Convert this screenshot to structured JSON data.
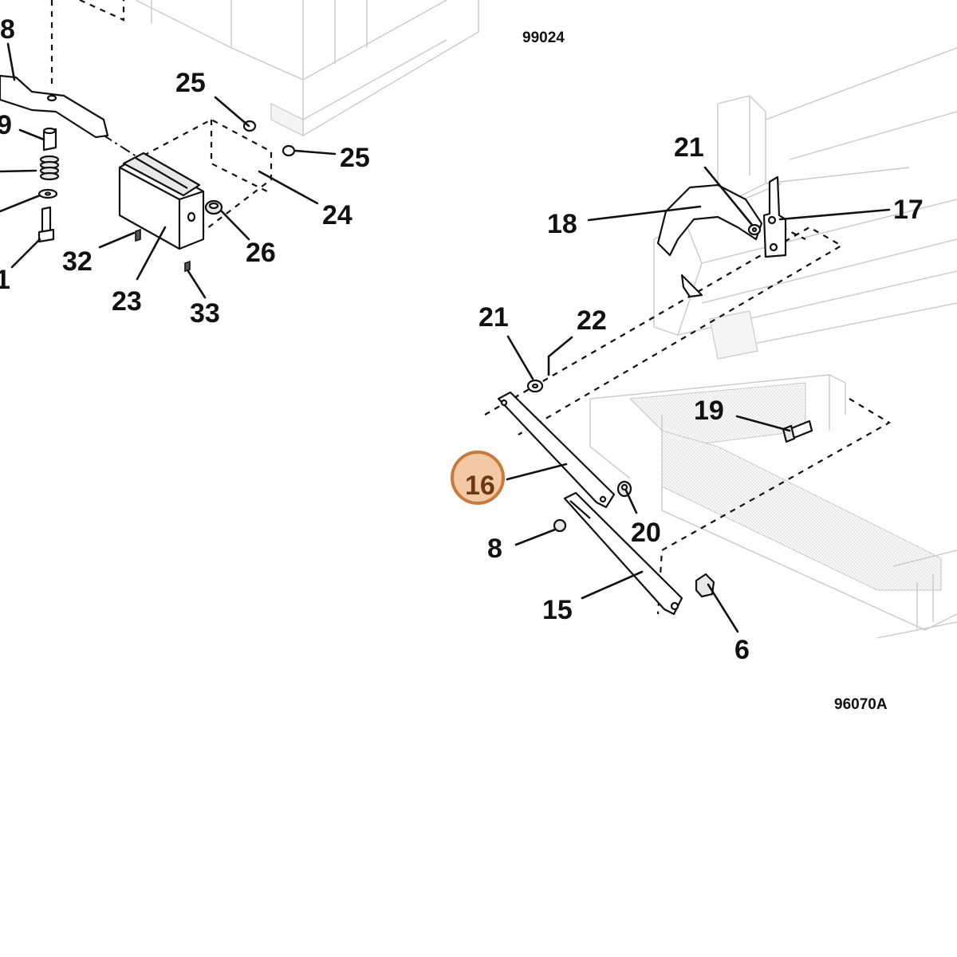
{
  "diagram": {
    "reference_codes": {
      "upper": "99024",
      "lower": "96070A"
    },
    "callouts": {
      "c8_top": "8",
      "c9": "9",
      "c1_left": "1",
      "c25_a": "25",
      "c25_b": "25",
      "c24": "24",
      "c26": "26",
      "c32": "32",
      "c23": "23",
      "c33": "33",
      "c21_top": "21",
      "c18": "18",
      "c17": "17",
      "c21_mid": "21",
      "c22": "22",
      "c19": "19",
      "c16": "16",
      "c20": "20",
      "c8_mid": "8",
      "c15": "15",
      "c6": "6"
    },
    "highlight": {
      "callout": "16",
      "fill_color": "#f2c9a4",
      "stroke_color": "#c97a3a"
    }
  }
}
